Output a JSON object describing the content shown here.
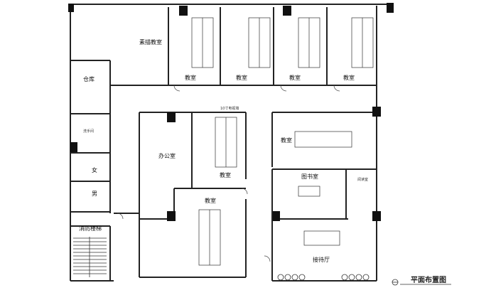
{
  "plan": {
    "title": "平面布置图",
    "rooms": {
      "sketch_classroom": "素描教室",
      "classroom_1": "教室",
      "classroom_2": "教室",
      "classroom_3": "教室",
      "classroom_4": "教室",
      "classroom_right": "教室",
      "classroom_center": "教室",
      "classroom_lower": "教室",
      "warehouse": "仓库",
      "washroom": "洗手间",
      "office": "办公室",
      "library": "图书室",
      "reading_room": "阅读室",
      "female_wc": "女",
      "male_wc": "男",
      "fire_stair": "消防楼梯",
      "reception_hall": "接待厅",
      "small_note": "10寸电视墙"
    }
  }
}
